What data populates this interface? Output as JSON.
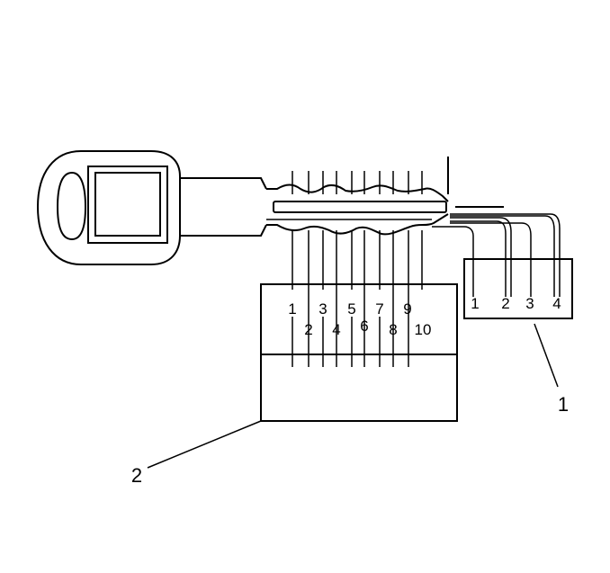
{
  "callouts": {
    "depth_chart": "1",
    "code_chart": "2"
  },
  "depth_chart": {
    "numbers": [
      "1",
      "2",
      "3",
      "4"
    ]
  },
  "code_chart": {
    "numbers": [
      "1",
      "2",
      "3",
      "4",
      "5",
      "6",
      "7",
      "8",
      "9",
      "10"
    ]
  },
  "colors": {
    "ink": "#000000",
    "paper": "#ffffff"
  }
}
